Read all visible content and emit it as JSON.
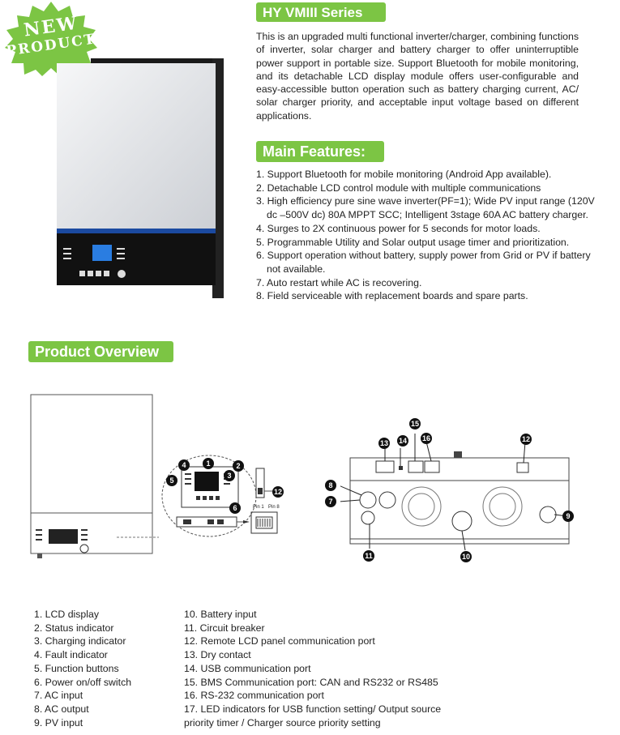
{
  "badge": {
    "line1": "NEW",
    "line2": "PRODUCT",
    "color": "#7cc544"
  },
  "series": {
    "title": "HY VMIII Series",
    "description": "This is an upgraded multi functional inverter/charger, combining functions of inverter, solar charger and battery charger to offer uninterruptible power support in portable size. Support Bluetooth for mobile monitoring, and its detachable LCD display module offers user-configurable and easy-accessible button operation such as battery charging current, AC/ solar charger priority, and acceptable input voltage based on different applications."
  },
  "features": {
    "title": "Main Features:",
    "items": [
      "1. Support Bluetooth for mobile monitoring (Android App available).",
      "2. Detachable LCD control module with multiple communications",
      "3. High efficiency pure sine wave inverter(PF=1); Wide PV input range (120V dc –500V dc) 80A MPPT SCC; Intelligent 3stage 60A AC battery charger.",
      "4. Surges to 2X continuous power for 5 seconds for motor loads.",
      "5. Programmable Utility and Solar output usage timer and prioritization.",
      "6. Support operation without battery, supply power from Grid or PV if battery not available.",
      "7. Auto restart while AC is recovering.",
      "8. Field serviceable with replacement boards and spare parts."
    ]
  },
  "overview": {
    "title": "Product Overview",
    "pin_labels": [
      "Pin 1",
      "Pin 8"
    ],
    "callouts": [
      "1",
      "2",
      "3",
      "4",
      "5",
      "6",
      "7",
      "8",
      "9",
      "10",
      "11",
      "12",
      "13",
      "14",
      "15",
      "16"
    ],
    "legend_left": [
      "1. LCD display",
      "2. Status indicator",
      "3. Charging indicator",
      "4. Fault indicator",
      "5. Function buttons",
      "6. Power on/off switch",
      "7. AC input",
      "8. AC output",
      "9. PV input"
    ],
    "legend_right": [
      "10. Battery input",
      "11. Circuit breaker",
      "12. Remote LCD panel communication port",
      "13. Dry contact",
      "14. USB communication port",
      "15. BMS Communication port: CAN and RS232 or RS485",
      "16. RS-232 communication port",
      "17. LED indicators for USB function setting/ Output source priority timer / Charger source priority setting"
    ]
  }
}
